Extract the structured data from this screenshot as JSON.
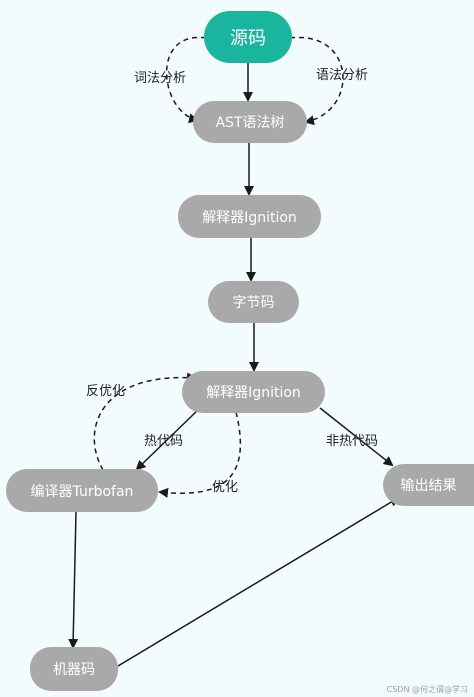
{
  "nodes": {
    "source": "源码",
    "ast": "AST语法树",
    "interp1": "解释器Ignition",
    "bytecode": "字节码",
    "interp2": "解释器Ignition",
    "compiler": "编译器Turbofan",
    "output": "输出结果",
    "machine": "机器码"
  },
  "edge_labels": {
    "lexical": "词法分析",
    "syntax": "语法分析",
    "deopt": "反优化",
    "hot": "热代码",
    "optimize": "优化",
    "non_hot": "非热代码"
  },
  "watermark": "CSDN @何之谓@学习",
  "colors": {
    "node_fill": "#a9a9a9",
    "source_fill": "#1ab59f",
    "background": "#f3fcfd",
    "line": "#1a1a1a"
  }
}
